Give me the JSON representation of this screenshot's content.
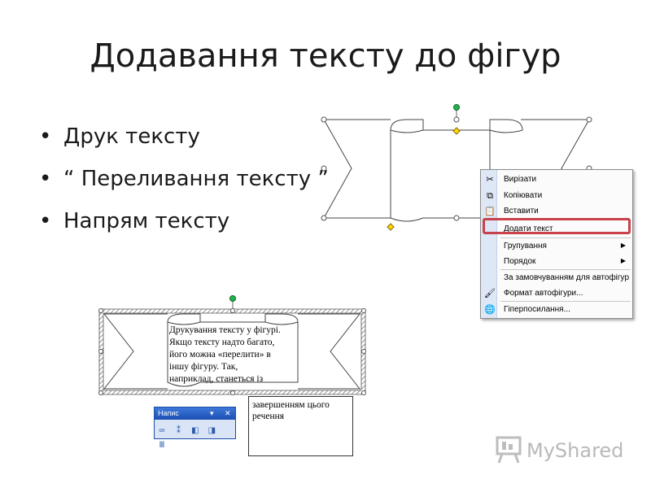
{
  "slide": {
    "title": "Додавання тексту до фігур",
    "bullets": [
      "Друк тексту",
      "“ Переливання тексту ”",
      "Напрям тексту"
    ]
  },
  "context_menu": {
    "items": [
      {
        "label": "Вирізати",
        "icon": "scissors-icon"
      },
      {
        "label": "Копіювати",
        "icon": "copy-icon"
      },
      {
        "label": "Вставити",
        "icon": "paste-icon"
      },
      {
        "label": "Додати текст",
        "icon": ""
      },
      {
        "label": "Групування",
        "icon": "",
        "submenu": true
      },
      {
        "label": "Порядок",
        "icon": "",
        "submenu": true
      },
      {
        "label": "За замовчуванням для автофігур",
        "icon": ""
      },
      {
        "label": "Формат автофігури...",
        "icon": "format-icon"
      },
      {
        "label": "Гіперпосилання...",
        "icon": "globe-link-icon"
      }
    ],
    "highlighted": "Додати текст",
    "highlight_color": "#c9414b"
  },
  "shape_text": {
    "lines": [
      "Друкування тексту у фігурі.",
      "Якщо тексту надто багато,",
      "його можна «перелити» в",
      "іншу фігуру. Так,",
      "наприклад, станеться із"
    ],
    "overflow_lines": [
      "завершенням цього",
      "речення"
    ]
  },
  "textbox_toolbar": {
    "title": "Напис",
    "icons": [
      "link-icon",
      "unlink-icon",
      "previous-icon",
      "next-icon",
      "text-direction-icon"
    ]
  },
  "watermark": {
    "text": "MyShared"
  },
  "colors": {
    "handle_green": "#22b14c",
    "handle_yellow": "#ffd800",
    "menu_strip": "#dde7f5",
    "toolbar_title": "#1b4eb4"
  }
}
